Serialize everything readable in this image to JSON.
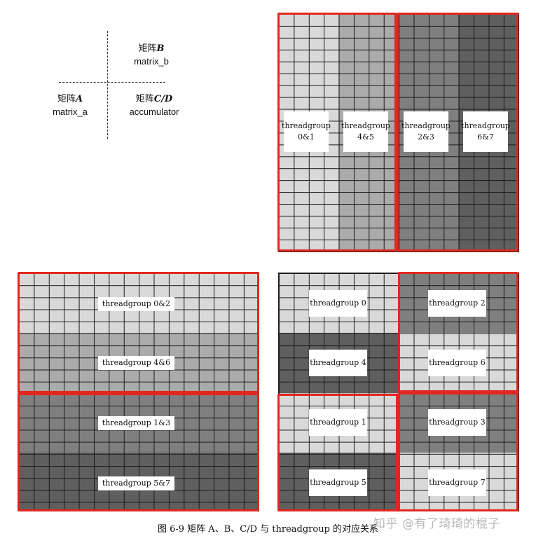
{
  "legend": {
    "b": {
      "title_prefix": "矩阵",
      "title_letter": "B",
      "sub": "matrix_b"
    },
    "a": {
      "title_prefix": "矩阵",
      "title_letter": "A",
      "sub": "matrix_a"
    },
    "cd": {
      "title_prefix": "矩阵",
      "title_letter": "C/D",
      "sub": "accumulator"
    }
  },
  "matrix_b": {
    "labels": [
      "threadgroup\n0&1",
      "threadgroup\n4&5",
      "threadgroup\n2&3",
      "threadgroup\n6&7"
    ]
  },
  "matrix_a": {
    "labels": [
      "threadgroup 0&2",
      "threadgroup 4&6",
      "threadgroup 1&3",
      "threadgroup 5&7"
    ]
  },
  "accumulator": {
    "labels": [
      "threadgroup 0",
      "threadgroup 2",
      "threadgroup 4",
      "threadgroup 6",
      "threadgroup 1",
      "threadgroup 3",
      "threadgroup 5",
      "threadgroup 7"
    ]
  },
  "caption": "图 6-9   矩阵 A、B、C/D 与 threadgroup 的对应关系",
  "watermark": "知乎 @有了琦琦的棍子",
  "colors": {
    "light": "#d9d9d9",
    "mid": "#ababab",
    "dark_mid": "#7f7f7f",
    "dark": "#5f5f5f",
    "red": "#e3261f"
  }
}
